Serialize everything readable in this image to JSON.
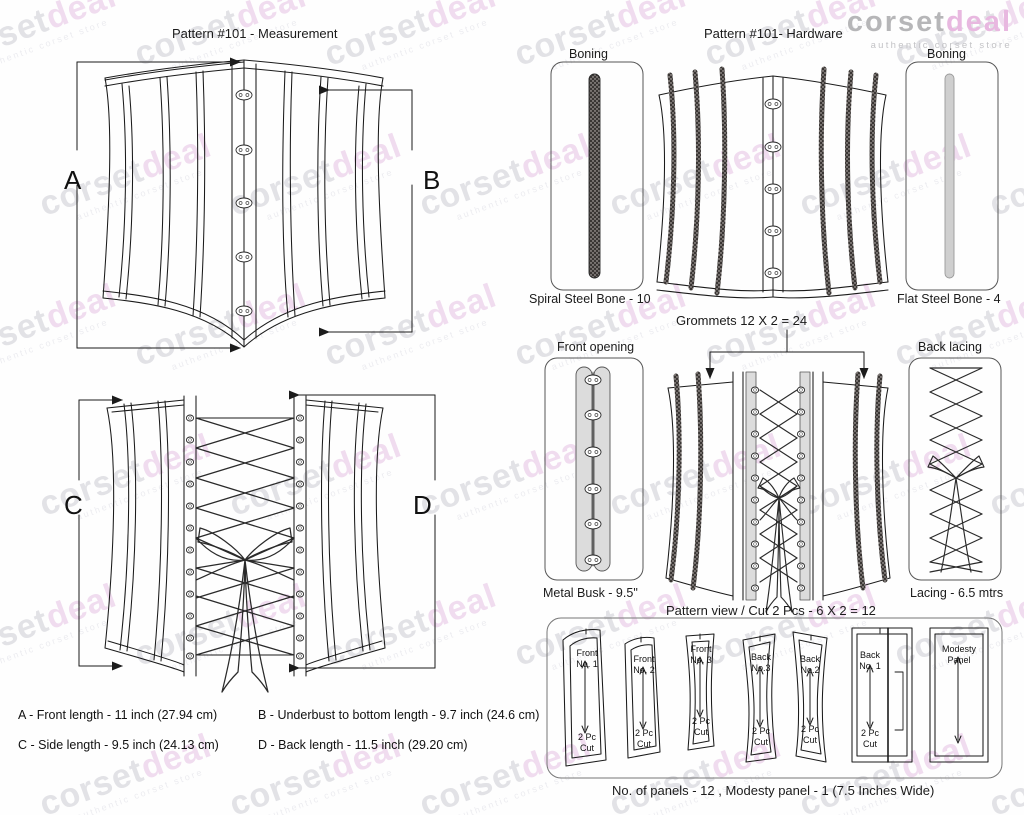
{
  "logo": {
    "part1": "corset",
    "part2": "deal",
    "tagline": "authentic corset store"
  },
  "watermark": {
    "part1": "corset",
    "part2": "deal",
    "tagline": "authentic corset store"
  },
  "left_panel": {
    "title": "Pattern #101 -  Measurement",
    "dim_labels": {
      "a": "A",
      "b": "B",
      "c": "C",
      "d": "D"
    },
    "measurements": [
      "A - Front length - 11 inch (27.94 cm)",
      "B - Underbust to bottom length - 9.7 inch (24.6 cm)",
      "C - Side length - 9.5  inch  (24.13 cm)",
      "D - Back length - 11.5 inch (29.20 cm)"
    ]
  },
  "right_panel": {
    "title": "Pattern #101-  Hardware",
    "boxes": {
      "boning_left_title": "Boning",
      "boning_right_title": "Boning",
      "front_opening_title": "Front opening",
      "back_lacing_title": "Back lacing"
    },
    "captions": {
      "spiral_steel_bone": "Spiral Steel Bone - 10",
      "flat_steel_bone": "Flat Steel Bone - 4",
      "grommets": "Grommets 12 X 2 = 24",
      "metal_busk": "Metal Busk - 9.5\"",
      "lacing": "Lacing - 6.5 mtrs"
    },
    "pattern_view": {
      "title": "Pattern view  /  Cut 2 Pcs - 6 X 2 = 12",
      "footer": "No. of panels - 12  , Modesty panel - 1 (7.5 Inches Wide)",
      "pieces": [
        {
          "name_line1": "Front",
          "name_line2": "No. 1",
          "cut_line1": "2 Pc",
          "cut_line2": "Cut"
        },
        {
          "name_line1": "Front",
          "name_line2": "No. 2",
          "cut_line1": "2 Pc",
          "cut_line2": "Cut"
        },
        {
          "name_line1": "Front",
          "name_line2": "No. 3",
          "cut_line1": "2 Pc",
          "cut_line2": "Cut"
        },
        {
          "name_line1": "Back",
          "name_line2": "No.3",
          "cut_line1": "2 Pc",
          "cut_line2": "Cut"
        },
        {
          "name_line1": "Back",
          "name_line2": "No.2",
          "cut_line1": "2 Pc",
          "cut_line2": "Cut"
        },
        {
          "name_line1": "Back",
          "name_line2": "No. 1",
          "cut_line1": "2 Pc",
          "cut_line2": "Cut"
        },
        {
          "name_line1": "Modesty",
          "name_line2": "Panel",
          "cut_line1": "",
          "cut_line2": ""
        }
      ]
    }
  },
  "colors": {
    "line": "#1b1b1b",
    "spiral_bone": "#3a3634",
    "flat_bone": "#cfcfcf",
    "busk_panel": "#dcdcdc",
    "accent_pink": "#e8b8e0",
    "watermark_gray": "#e2e2e6"
  }
}
